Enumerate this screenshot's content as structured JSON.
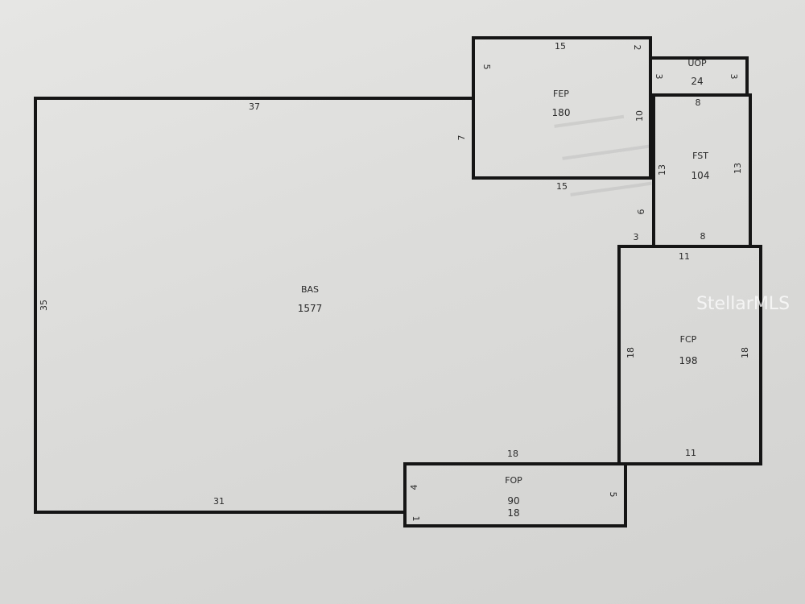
{
  "watermark": "StellarMLS",
  "areas": [
    {
      "id": "bas",
      "code": "BAS",
      "value": "1577"
    },
    {
      "id": "fep",
      "code": "FEP",
      "value": "180"
    },
    {
      "id": "uop",
      "code": "UOP",
      "value": "24"
    },
    {
      "id": "fst",
      "code": "FST",
      "value": "104"
    },
    {
      "id": "fcp",
      "code": "FCP",
      "value": "198"
    },
    {
      "id": "fop",
      "code": "FOP",
      "value": "90",
      "extra": "18"
    }
  ],
  "dimensions": {
    "bas_top": "37",
    "bas_left": "35",
    "bas_bottom": "31",
    "bas_notch": "7",
    "fep_top": "15",
    "fep_left": "5",
    "fep_right": "10",
    "fep_bottom": "15",
    "fep_corner": "2",
    "uop_left": "3",
    "uop_right": "3",
    "uop_bottom": "8",
    "fst_left": "13",
    "fst_right": "13",
    "fst_bottom": "8",
    "gap_vertical": "6",
    "gap_horizontal": "3",
    "fcp_top": "11",
    "fcp_left": "18",
    "fcp_right": "18",
    "fcp_bottom": "11",
    "fop_top": "18",
    "fop_left": "4",
    "fop_right": "5",
    "fop_small": "1"
  }
}
